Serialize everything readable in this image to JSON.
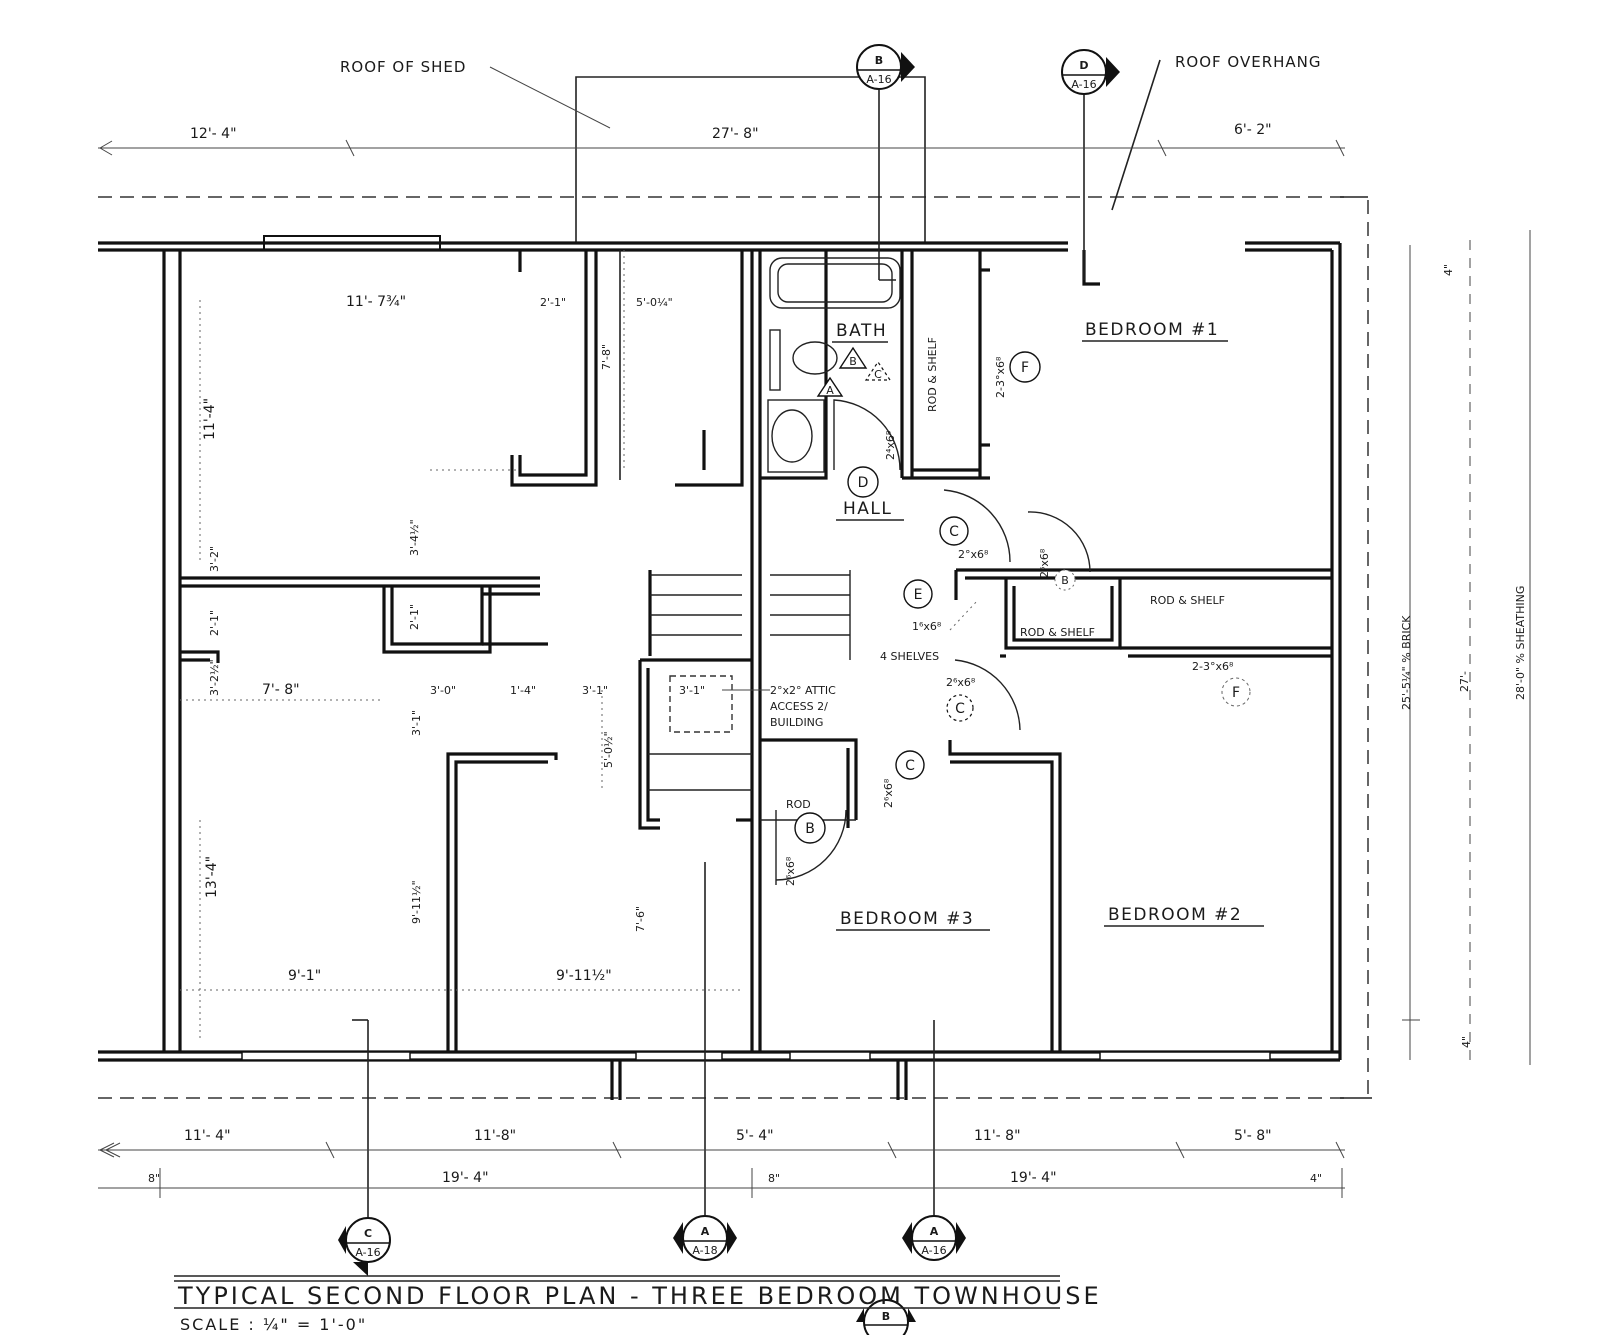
{
  "title": "TYPICAL SECOND FLOOR PLAN  -  THREE BEDROOM TOWNHOUSE",
  "scale": "SCALE  :  ¼\" = 1'-0\"",
  "notes": {
    "roof_of_shed": "ROOF OF SHED",
    "roof_overhang": "ROOF OVERHANG"
  },
  "rooms": {
    "bath": "BATH",
    "hall": "HALL",
    "bedroom1": "BEDROOM #1",
    "bedroom2": "BEDROOM #2",
    "bedroom3": "BEDROOM #3"
  },
  "labels": {
    "rod_shelf_vertical": "ROD & SHELF",
    "rod_shelf_1": "ROD & SHELF",
    "rod_shelf_2": "ROD & SHELF",
    "four_shelves": "4 SHELVES",
    "rod": "ROD",
    "attic_1": "2°x2° ATTIC",
    "attic_2": "ACCESS 2/",
    "attic_3": "BUILDING",
    "brick": "25'-5¼\" % BRICK",
    "sheathing": "28'-0\" % SHEATHING",
    "dim_27": "27'-"
  },
  "door_marks": [
    "A",
    "B",
    "C",
    "C",
    "C",
    "C",
    "D",
    "E",
    "F",
    "F",
    "B",
    "B"
  ],
  "door_sizes": {
    "d1": "2-3°x6⁸",
    "d2": "2⁴x6⁸",
    "d3": "2°x6⁸",
    "d4": "2⁶x6⁸",
    "d5": "1⁶x6⁸",
    "d6": "2⁶x6⁸",
    "d7": "2-3°x6⁸",
    "d8": "2⁶x6⁸",
    "d9": "2⁶x6⁸"
  },
  "section_markers": [
    {
      "letter": "B",
      "sheet": "A-16"
    },
    {
      "letter": "D",
      "sheet": "A-16"
    },
    {
      "letter": "C",
      "sheet": "A-16"
    },
    {
      "letter": "A",
      "sheet": "A-18"
    },
    {
      "letter": "A",
      "sheet": "A-16"
    },
    {
      "letter": "B",
      "sheet": ""
    }
  ],
  "dimensions": {
    "top_left": "12'- 4\"",
    "top_mid": "27'- 8\"",
    "top_right": "6'- 2\"",
    "r1_width": "11'- 7¾\"",
    "closet_a": "2'-1\"",
    "closet_b": "5'-0¼\"",
    "closet_depth": "7'-8\"",
    "r1_depth": "11'-4\"",
    "hall_a": "3'-4½\"",
    "small_a": "3'-2\"",
    "small_b": "2'-1\"",
    "small_c": "3'-2½\"",
    "closet_c": "2'-1\"",
    "r3_width": "7'- 8\"",
    "hall_b": "3'-0\"",
    "hall_c": "1'-4\"",
    "stair_a": "3'-1\"",
    "attic_dim": "3'-1\"",
    "hall_d": "3'-1\"",
    "stair_b": "5'-0½\"",
    "r4_depth": "13'-4\"",
    "r4_b": "9'-11½\"",
    "r5_depth": "7'-6\"",
    "r4_width": "9'-1\"",
    "r5_width": "9'-11½\"",
    "right_4": "4\"",
    "right_4b": "4\"",
    "b_1": "11'- 4\"",
    "b_2": "11'-8\"",
    "b_3": "5'- 4\"",
    "b_4": "11'- 8\"",
    "b_5": "5'- 8\"",
    "b2_1": "8\"",
    "b2_2": "19'- 4\"",
    "b2_3": "8\"",
    "b2_4": "19'- 4\"",
    "b2_5": "4\""
  }
}
